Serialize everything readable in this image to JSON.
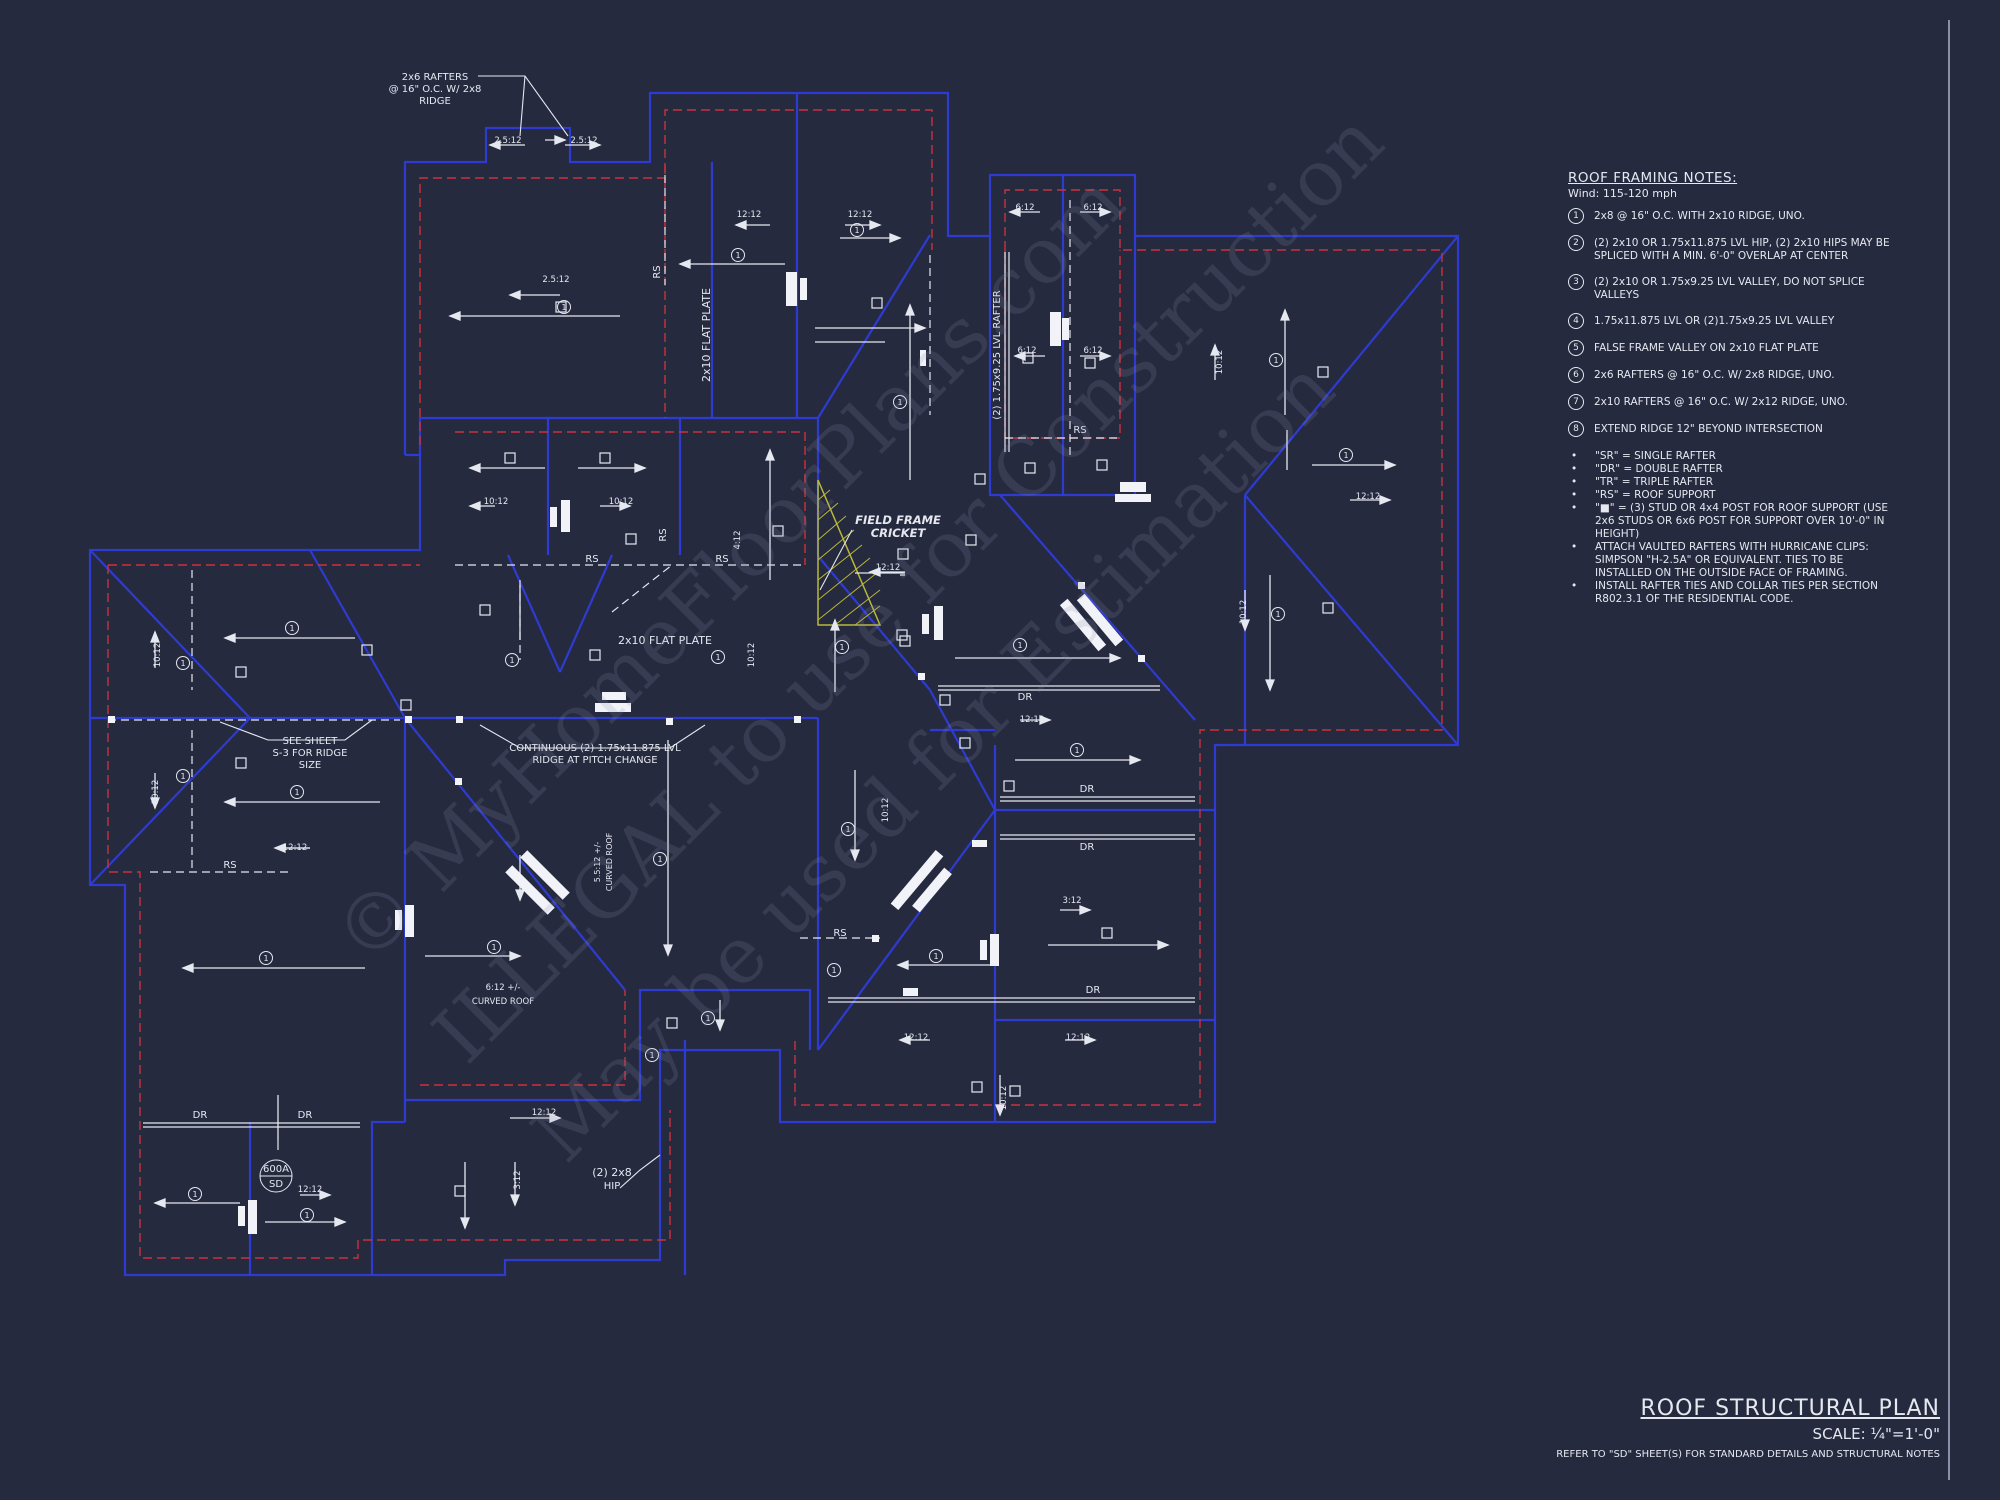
{
  "labels": {
    "rafter_callout": [
      "2x6 RAFTERS",
      "@ 16\" O.C. W/ 2x8",
      "RIDGE"
    ],
    "flat_plate_vertical": "2x10 FLAT PLATE",
    "flat_plate_horizontal": "2x10 FLAT PLATE",
    "lvl_rafter": "(2) 1.75x9.25 LVL RAFTER",
    "field_frame_cricket": [
      "FIELD FRAME",
      "CRICKET"
    ],
    "see_sheet": [
      "SEE SHEET",
      "S-3 FOR RIDGE",
      "SIZE"
    ],
    "continuous_ridge": [
      "CONTINUOUS (2) 1.75x11.875 LVL",
      "RIDGE AT PITCH CHANGE"
    ],
    "curved_roof_vertical": [
      "5.5:12 +/-",
      "CURVED ROOF"
    ],
    "curved_roof": [
      "6:12 +/-",
      "CURVED ROOF"
    ],
    "hip_callout": [
      "(2) 2x8",
      "HIP"
    ],
    "section_tag": [
      "600A",
      "SD"
    ],
    "rs": "RS",
    "dr": "DR",
    "pitch_2_5": "2.5:12",
    "pitch_12": "12:12",
    "pitch_10": "10:12",
    "pitch_6": "6:12",
    "pitch_4": "4:12",
    "pitch_3": "3:12",
    "note_1": "1"
  },
  "notes": {
    "title": "ROOF FRAMING NOTES:",
    "wind": "Wind: 115-120 mph",
    "numbered": [
      {
        "num": "1",
        "text": "2x8 @ 16\" O.C. WITH 2x10 RIDGE, UNO."
      },
      {
        "num": "2",
        "text": "(2) 2x10 OR 1.75x11.875 LVL HIP, (2) 2x10 HIPS MAY BE SPLICED WITH A MIN. 6'-0\" OVERLAP AT CENTER"
      },
      {
        "num": "3",
        "text": "(2) 2x10 OR 1.75x9.25 LVL VALLEY, DO NOT SPLICE VALLEYS"
      },
      {
        "num": "4",
        "text": "1.75x11.875 LVL OR (2)1.75x9.25 LVL VALLEY"
      },
      {
        "num": "5",
        "text": "FALSE FRAME VALLEY ON 2x10 FLAT PLATE"
      },
      {
        "num": "6",
        "text": "2x6 RAFTERS @ 16\" O.C. W/ 2x8 RIDGE, UNO."
      },
      {
        "num": "7",
        "text": "2x10 RAFTERS @ 16\" O.C. W/ 2x12 RIDGE, UNO."
      },
      {
        "num": "8",
        "text": "EXTEND RIDGE 12\" BEYOND INTERSECTION"
      }
    ],
    "bullets": [
      "\"SR\" = SINGLE RAFTER",
      "\"DR\" = DOUBLE RAFTER",
      "\"TR\" = TRIPLE RAFTER",
      "\"RS\" = ROOF SUPPORT",
      "\"■\" = (3) STUD OR 4x4 POST FOR ROOF SUPPORT (USE 2x6 STUDS OR 6x6 POST FOR SUPPORT OVER 10'-0\" IN HEIGHT)",
      "ATTACH VAULTED RAFTERS WITH HURRICANE CLIPS: SIMPSON \"H-2.5A\" OR EQUIVALENT. TIES TO BE INSTALLED ON THE OUTSIDE FACE OF FRAMING.",
      "INSTALL RAFTER TIES AND COLLAR TIES PER SECTION R802.3.1 OF THE RESIDENTIAL CODE."
    ]
  },
  "title_block": {
    "title": "ROOF STRUCTURAL PLAN",
    "scale": "SCALE: ¼\"=1'-0\"",
    "refer": "REFER TO \"SD\" SHEET(S) FOR STANDARD DETAILS AND STRUCTURAL NOTES"
  },
  "watermark": [
    "© MyHomeFloorPlans.com",
    "ILLEGAL to use for Construction",
    "May be used for Estimation"
  ],
  "colors": {
    "background": "#262a3f",
    "wall_outline": "#2e3bd0",
    "overhang_dash": "#c8323c",
    "linework": "#e6e8f0",
    "cricket_hatch": "#b8b83a"
  }
}
